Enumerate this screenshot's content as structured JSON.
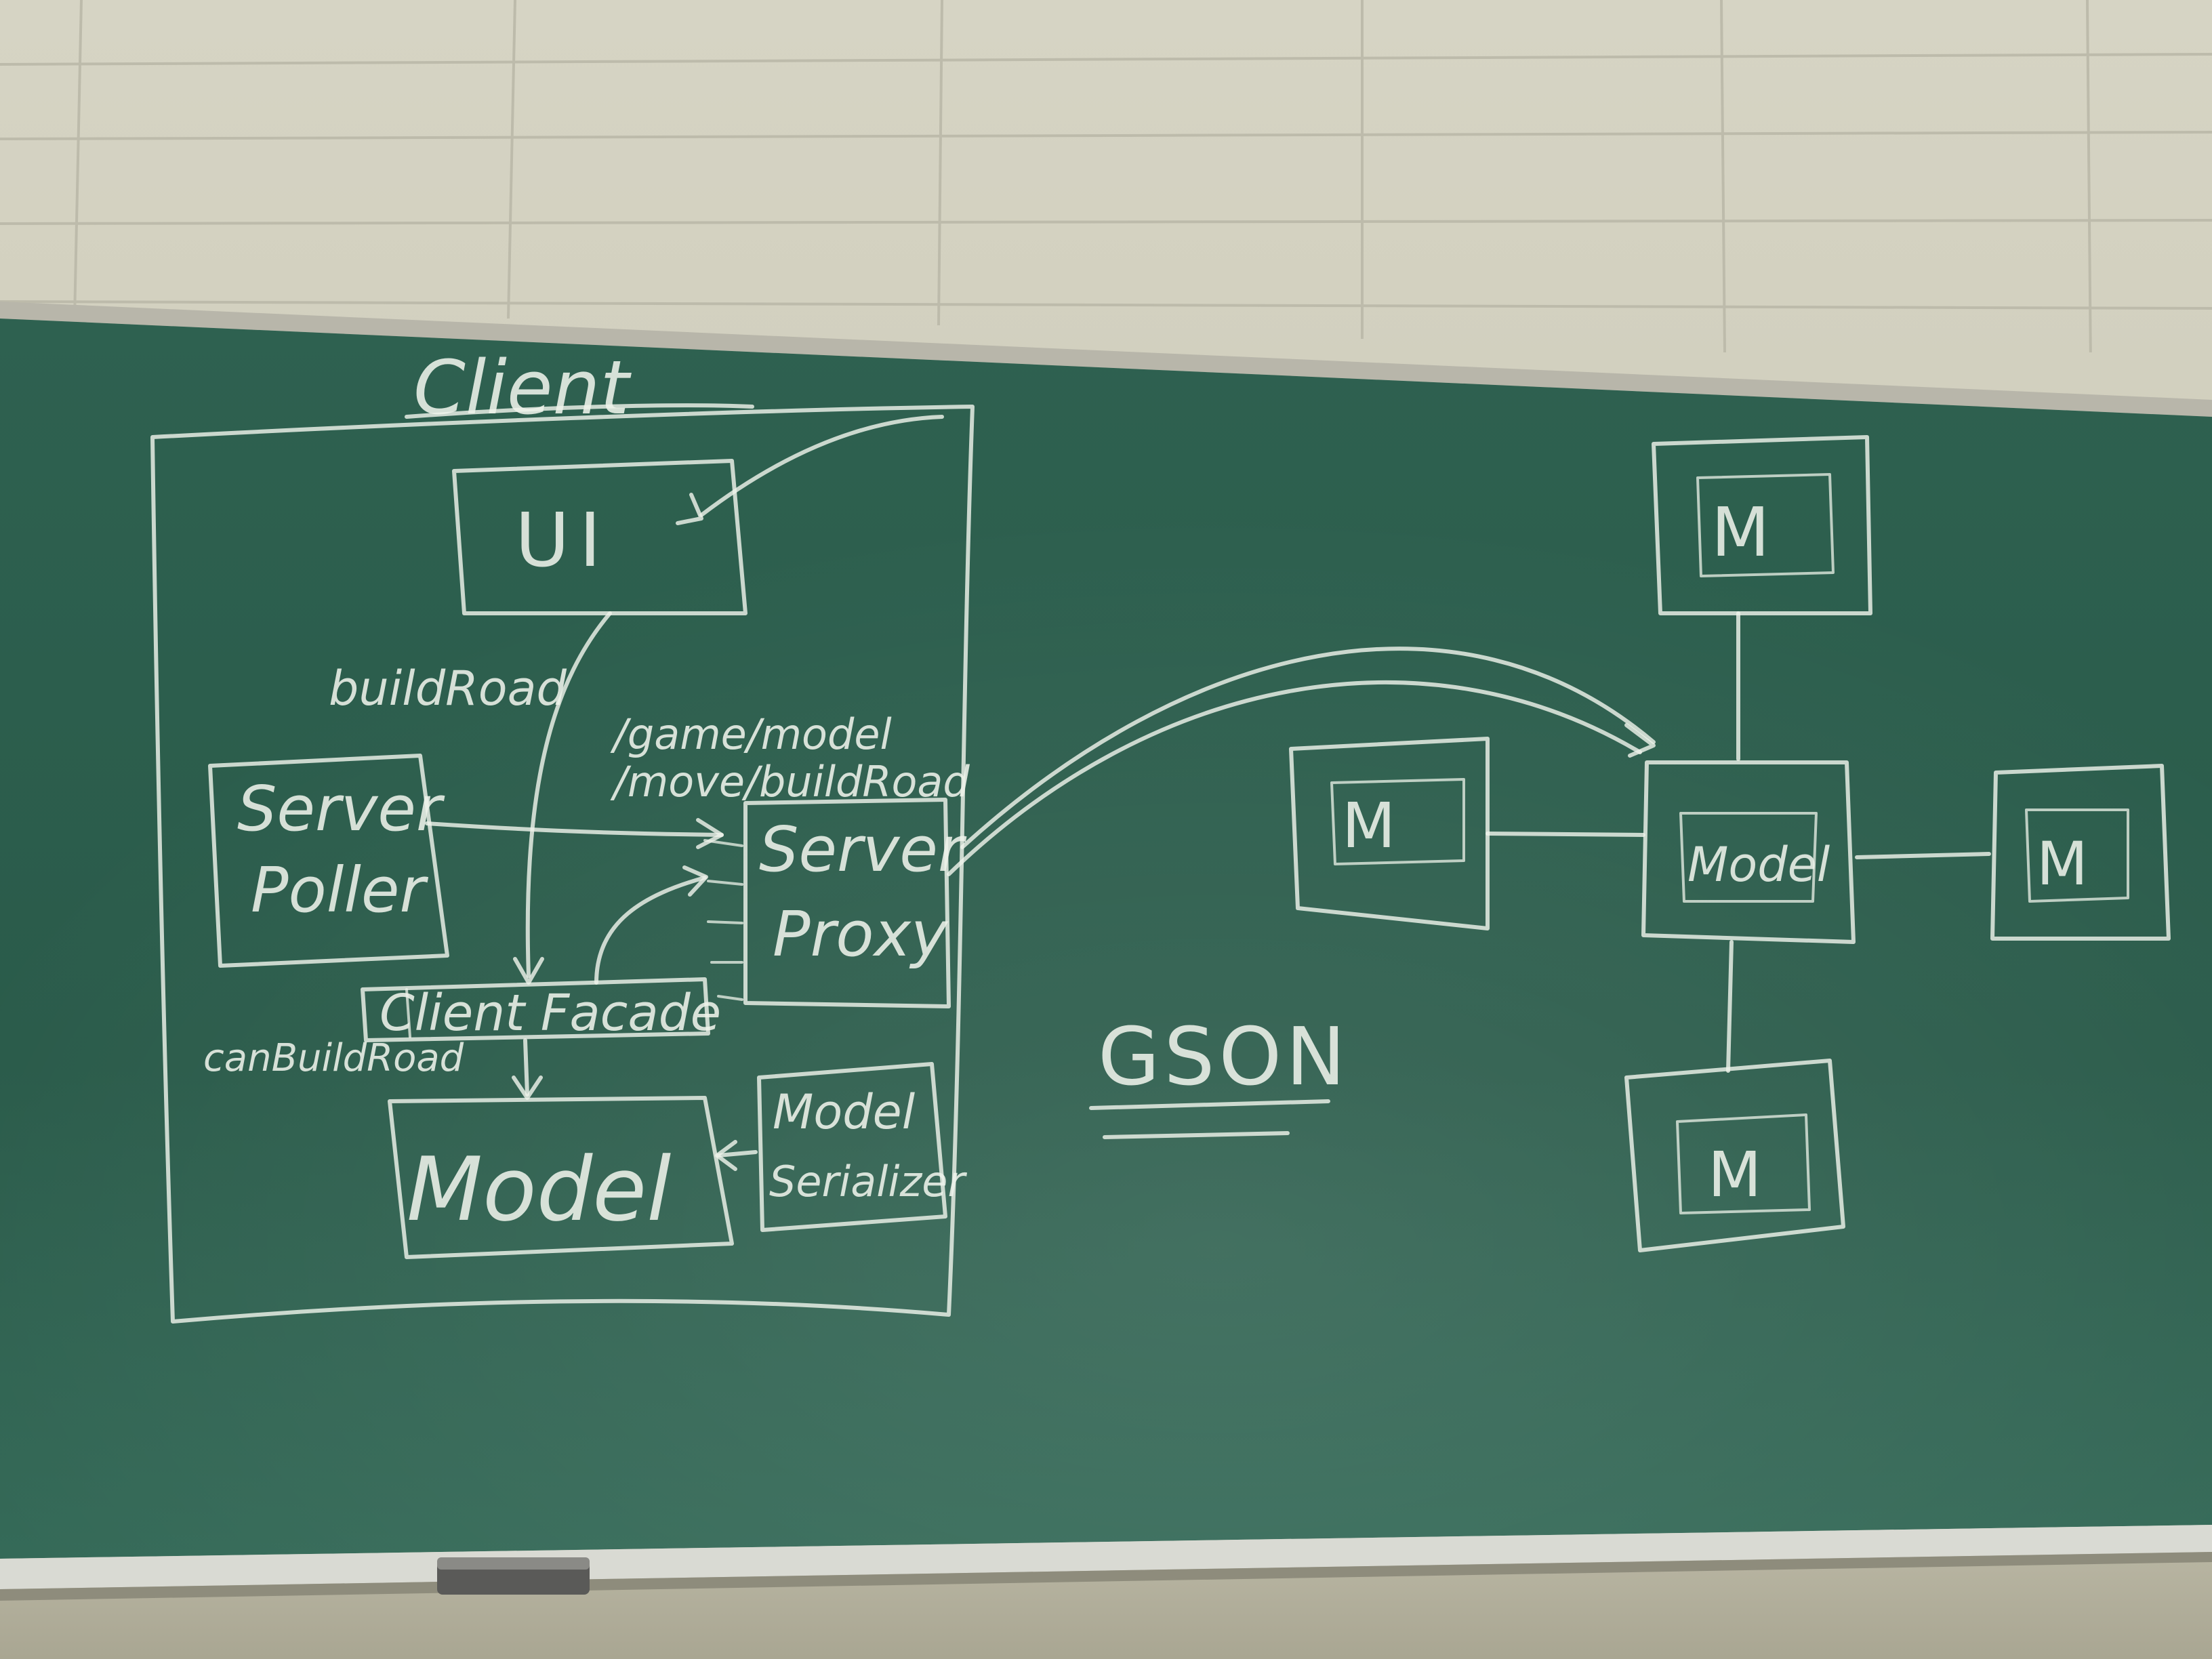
{
  "board": {
    "client_title": "Client",
    "ui_label": "UI",
    "build_road": "buildRoad",
    "endpoint_line1": "/game/model",
    "endpoint_line2": "/move/buildRoad",
    "server_poller_line1": "Server",
    "server_poller_line2": "Poller",
    "server_proxy_line1": "Server",
    "server_proxy_line2": "Proxy",
    "client_facade": "Client Facade",
    "can_build_road": "canBuildRoad",
    "model_label": "Model",
    "model_serializer_line1": "Model",
    "model_serializer_line2": "Serializer",
    "gson_label": "GSON",
    "server_model_label": "Model",
    "m_box_label": "M"
  },
  "colors": {
    "board_green": "#2c5e4e",
    "chalk": "#eef3ea",
    "wall": "#d6d4c4",
    "frame": "#b8b6aa"
  },
  "icons": {
    "eraser": "chalkboard-eraser-icon"
  }
}
